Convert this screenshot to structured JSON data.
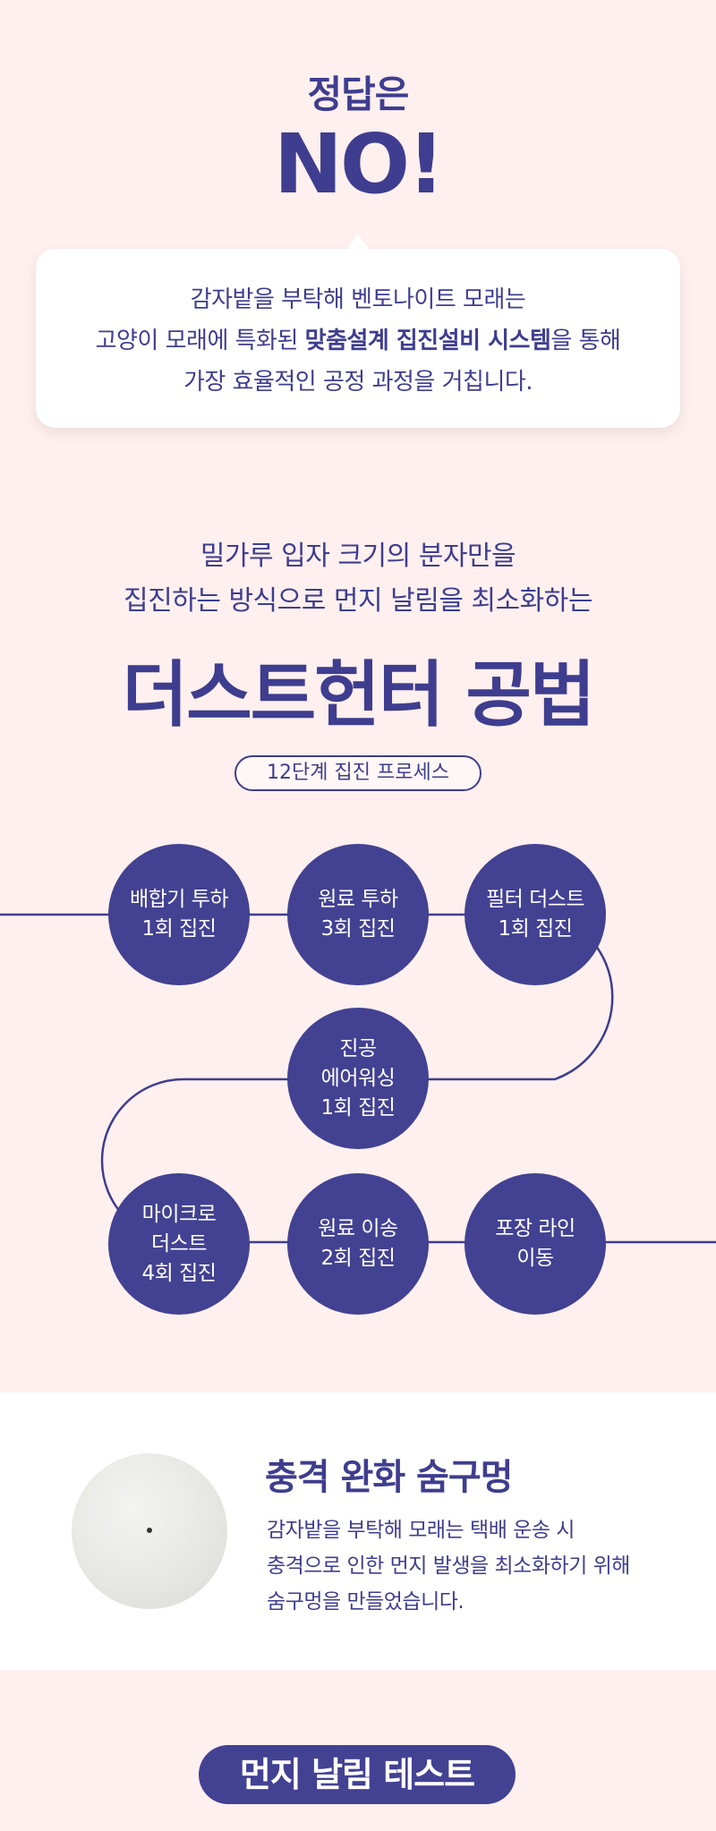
{
  "answer": {
    "eyebrow": "정답은",
    "big": "NO!"
  },
  "bubble": {
    "line1": "감자밭을 부탁해 벤토나이트 모래는",
    "line2_pre": "고양이 모래에 특화된 ",
    "line2_bold": "맞춤설계 집진설비 시스템",
    "line2_post": "을 통해",
    "line3": "가장 효율적인 공정 과정을 거칩니다."
  },
  "method": {
    "intro_line1": "밀가루 입자 크기의 분자만을",
    "intro_line2": "집진하는 방식으로 먼지 날림을 최소화하는",
    "headline": "더스트헌터 공법",
    "badge": "12단계 집진 프로세스"
  },
  "flow": {
    "line_color": "#3f3d8f",
    "node_color": "#434192",
    "nodes": [
      {
        "id": "mixer",
        "lines": [
          "배합기 투하",
          "1회 집진"
        ]
      },
      {
        "id": "material-drop",
        "lines": [
          "원료 투하",
          "3회 집진"
        ]
      },
      {
        "id": "filter-dust",
        "lines": [
          "필터 더스트",
          "1회 집진"
        ]
      },
      {
        "id": "vacuum-air",
        "lines": [
          "진공",
          "에어워싱",
          "1회 집진"
        ]
      },
      {
        "id": "micro-dust",
        "lines": [
          "마이크로",
          "더스트",
          "4회 집진"
        ]
      },
      {
        "id": "material-transfer",
        "lines": [
          "원료 이송",
          "2회 집진"
        ]
      },
      {
        "id": "packing-line",
        "lines": [
          "포장 라인",
          "이동"
        ]
      }
    ]
  },
  "feature": {
    "title": "충격 완화 숨구멍",
    "line1": "감자밭을 부탁해 모래는 택배 운송 시",
    "line2": "충격으로 인한 먼지 발생을 최소화하기 위해",
    "line3": "숨구멍을 만들었습니다."
  },
  "cta": {
    "label": "먼지 날림 테스트"
  }
}
